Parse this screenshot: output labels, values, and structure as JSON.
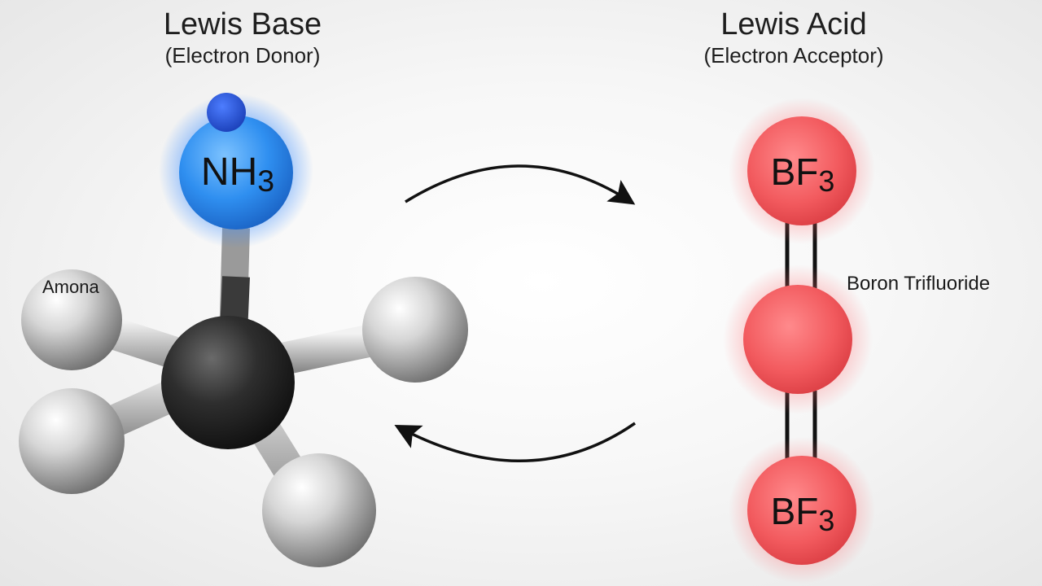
{
  "base": {
    "heading": "Lewis Base",
    "subheading": "(Electron Donor)",
    "formula_main": "NH",
    "formula_sub": "3",
    "name_label": "Amona"
  },
  "acid": {
    "heading": "Lewis Acid",
    "subheading": "(Electron Acceptor)",
    "formula_top_main": "BF",
    "formula_top_sub": "3",
    "formula_bottom_main": "BF",
    "formula_bottom_sub": "3",
    "name_label": "Boron Trifluoride"
  },
  "colors": {
    "nitrogen": "#2f8ff0",
    "lone_pair": "#1d4fd6",
    "boron_fluoride": "#f25a5e",
    "central_atom": "#2a2a2a",
    "hydrogen": "#d9d9d9",
    "arrow": "#111111"
  }
}
